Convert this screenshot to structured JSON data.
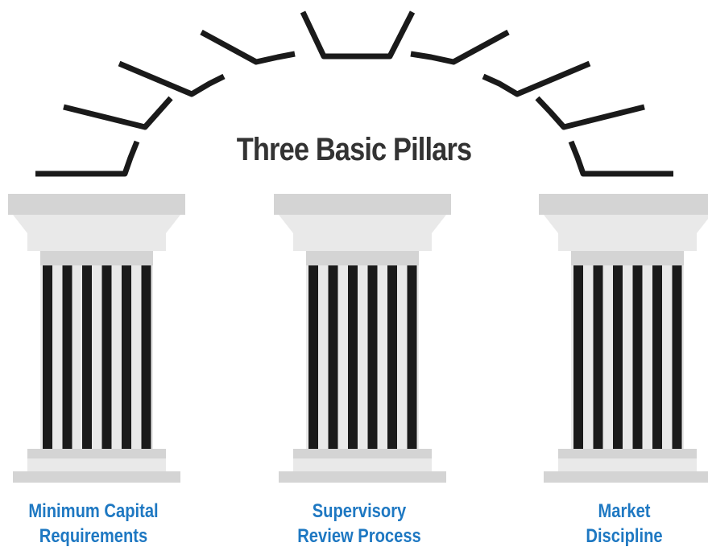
{
  "title": "Three Basic Pillars",
  "pillars": [
    {
      "line1": "Minimum Capital",
      "line2": "Requirements"
    },
    {
      "line1": "Supervisory",
      "line2": "Review Process"
    },
    {
      "line1": "Market",
      "line2": "Discipline"
    }
  ],
  "colors": {
    "label": "#1e78c2",
    "title": "#333333",
    "stone_dark": "#d4d4d4",
    "stone_light": "#e9e9e9",
    "flute": "#1a1a1a"
  }
}
